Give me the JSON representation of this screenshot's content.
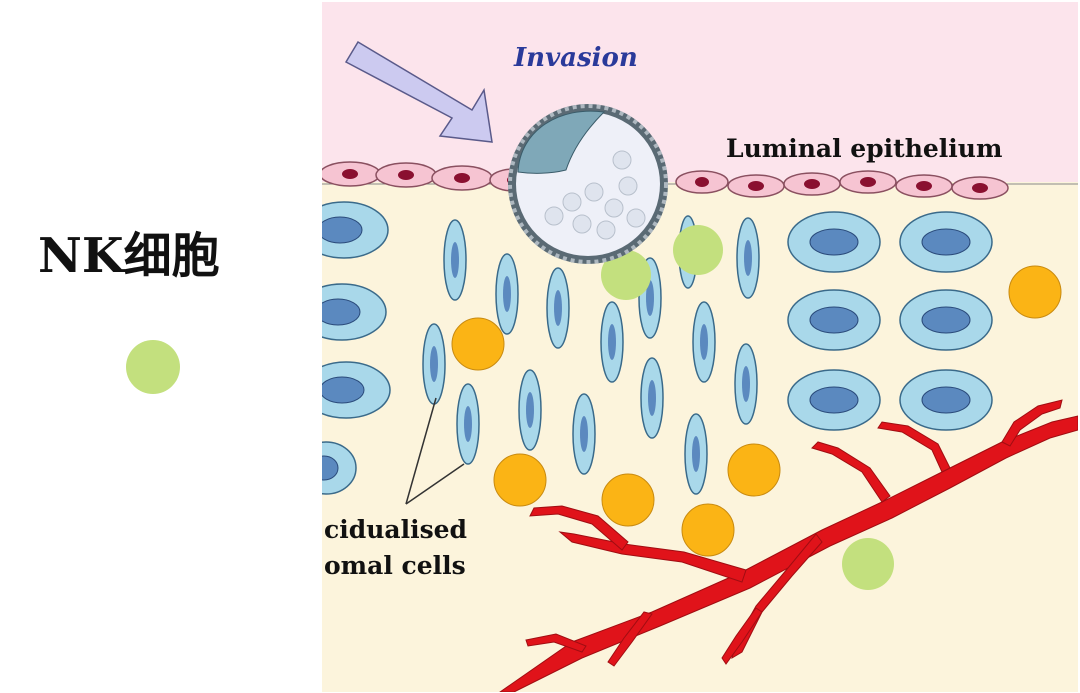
{
  "legend": {
    "title": "NK细胞",
    "nk_color": "#c3e07e"
  },
  "diagram": {
    "invasion_label": "Invasion",
    "luminal_label": "Luminal epithelium",
    "stromal_label_line1": "cidualised",
    "stromal_label_line2": "omal cells",
    "colors": {
      "lumen": "#fce4ec",
      "stroma": "#fcf4dc",
      "epithelium": "#f6c4d2",
      "epithelium_nucleus": "#8a1030",
      "cell": "#a9d8ea",
      "nucleus": "#5b89bf",
      "arrow": "#cccaf0",
      "invasion_text": "#2a3a9a",
      "vessel": "#e0131a",
      "other_cell": "#fbb415",
      "nk_cell": "#c3e07e"
    }
  }
}
